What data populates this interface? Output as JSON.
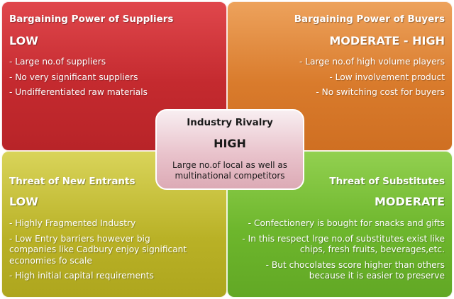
{
  "top_left": {
    "title": "Bargaining Power of Suppliers",
    "level": "LOW",
    "items": [
      "- Large no.of suppliers",
      "- No very significant suppliers",
      "- Undifferentiated raw materials"
    ],
    "color": "#c42a2f"
  },
  "top_right": {
    "title": "Bargaining Power of Buyers",
    "level": "MODERATE - HIGH",
    "items": [
      "- Large no.of high volume players",
      "- Low involvement product",
      "- No switching cost for buyers"
    ],
    "color": "#d97b2c"
  },
  "bottom_left": {
    "title": "Threat of New Entrants",
    "level": "LOW",
    "items": [
      "- Highly Fragmented Industry",
      "- Low Entry barriers however big companies like Cadbury enjoy significant economies fo scale",
      "- High initial capital requirements"
    ],
    "color": "#b9b126"
  },
  "bottom_right": {
    "title": "Threat of Substitutes",
    "level": "MODERATE",
    "items": [
      "- Confectionery is bought for snacks and gifts",
      "- In this respect lrge no.of substitutes exist like chips, fresh fruits, beverages,etc.",
      "- But chocolates score higher than others because it is easier to preserve"
    ],
    "color": "#6db62c"
  },
  "center": {
    "title": "Industry Rivalry",
    "level": "HIGH",
    "description": "Large no.of local as well as multinational competitors",
    "color": "#e9c3cc"
  }
}
